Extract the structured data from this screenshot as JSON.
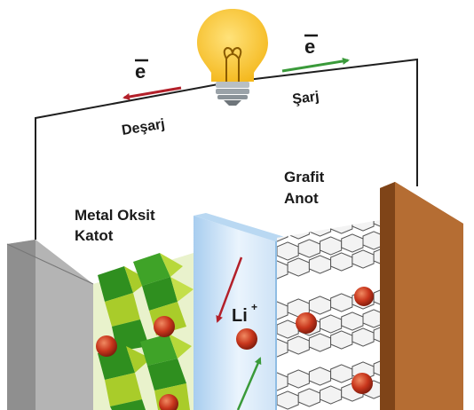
{
  "labels": {
    "discharge_electron": "e",
    "charge_electron": "e",
    "discharge": "Deşarj",
    "charge": "Şarj",
    "cathode_line1": "Metal Oksit",
    "cathode_line2": "Katot",
    "anode_line1": "Grafit",
    "anode_line2": "Anot",
    "ion_symbol": "Li",
    "ion_charge": "+"
  },
  "colors": {
    "wire": "#1f1f1f",
    "discharge_arrow": "#b3202a",
    "charge_arrow": "#3a9a3a",
    "bulb_glass": "#f7c531",
    "bulb_base": "#9aa2a8",
    "cathode_plate": "#a9a9a9",
    "anode_plate": "#a9622b",
    "separator": "#cde4f7",
    "oxide_dark": "#2f8f1f",
    "oxide_light": "#a9cc2a",
    "lithium_ion": "#c8361c",
    "graphite": "#f3f3f3"
  },
  "icons": {
    "bulb": "light-bulb-icon"
  }
}
